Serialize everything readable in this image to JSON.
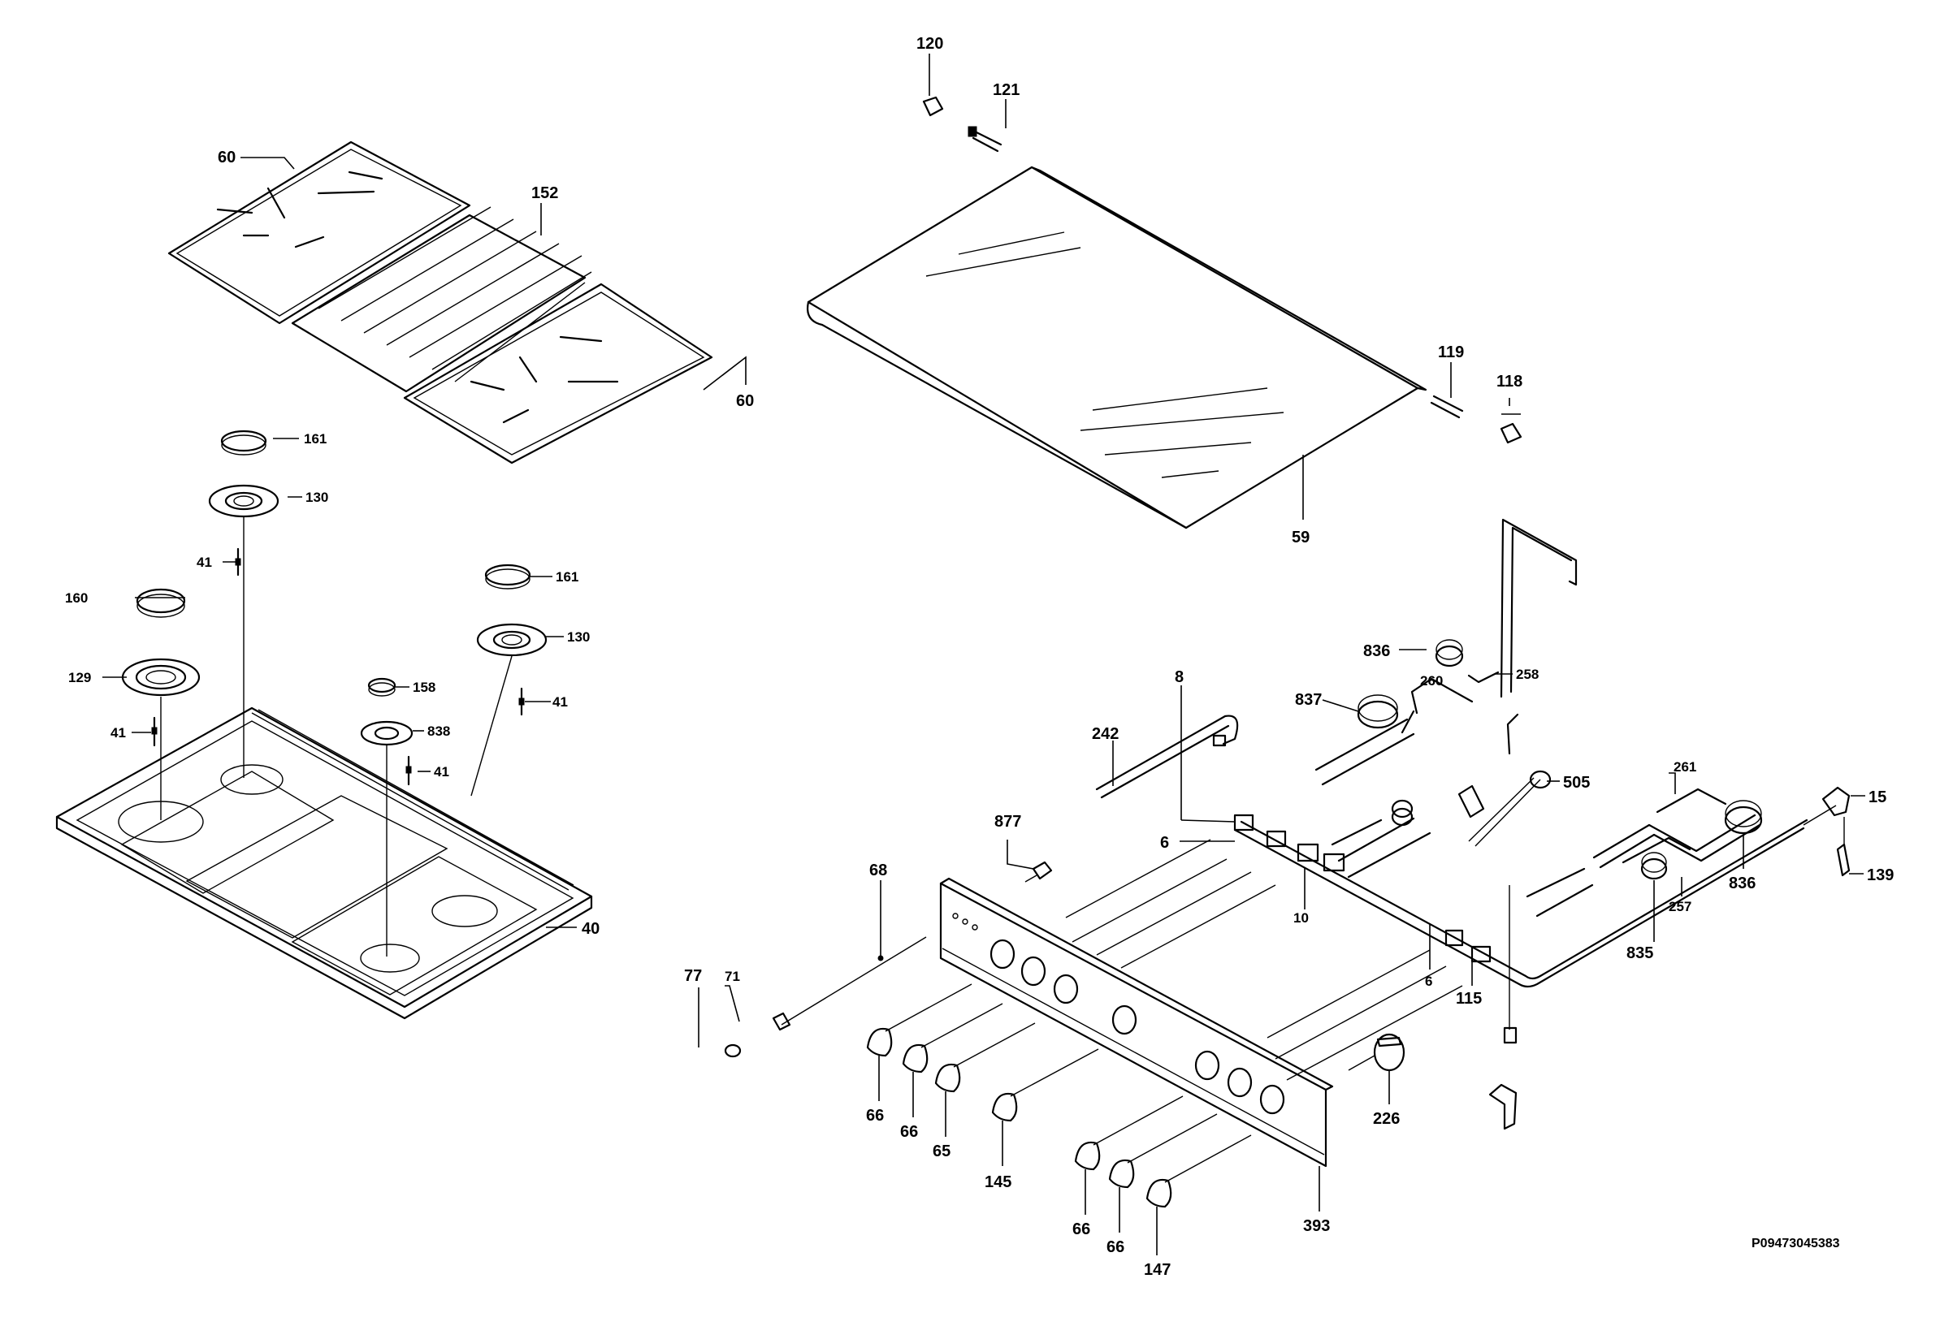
{
  "callouts": {
    "c120": "120",
    "c121": "121",
    "c60_top": "60",
    "c152": "152",
    "c60_right": "60",
    "c119": "119",
    "c118": "118",
    "c59": "59",
    "c161_top": "161",
    "c130_top": "130",
    "c41_a": "41",
    "c160": "160",
    "c129": "129",
    "c41_b": "41",
    "c161_right": "161",
    "c130_right": "130",
    "c158": "158",
    "c838": "838",
    "c41_c": "41",
    "c41_d": "41",
    "c40": "40",
    "c836_top": "836",
    "c258": "258",
    "c837": "837",
    "c260": "260",
    "c8": "8",
    "c242": "242",
    "c505": "505",
    "c877": "877",
    "c6_left": "6",
    "c10": "10",
    "c261": "261",
    "c15": "15",
    "c139": "139",
    "c836_right": "836",
    "c835": "835",
    "c257": "257",
    "c6_bottom": "6",
    "c115": "115",
    "c68": "68",
    "c77": "77",
    "c71": "71",
    "c66_a": "66",
    "c66_b": "66",
    "c65": "65",
    "c145": "145",
    "c66_c": "66",
    "c66_d": "66",
    "c147": "147",
    "c226": "226",
    "c393": "393"
  },
  "drawing_ref": "P09473045383"
}
